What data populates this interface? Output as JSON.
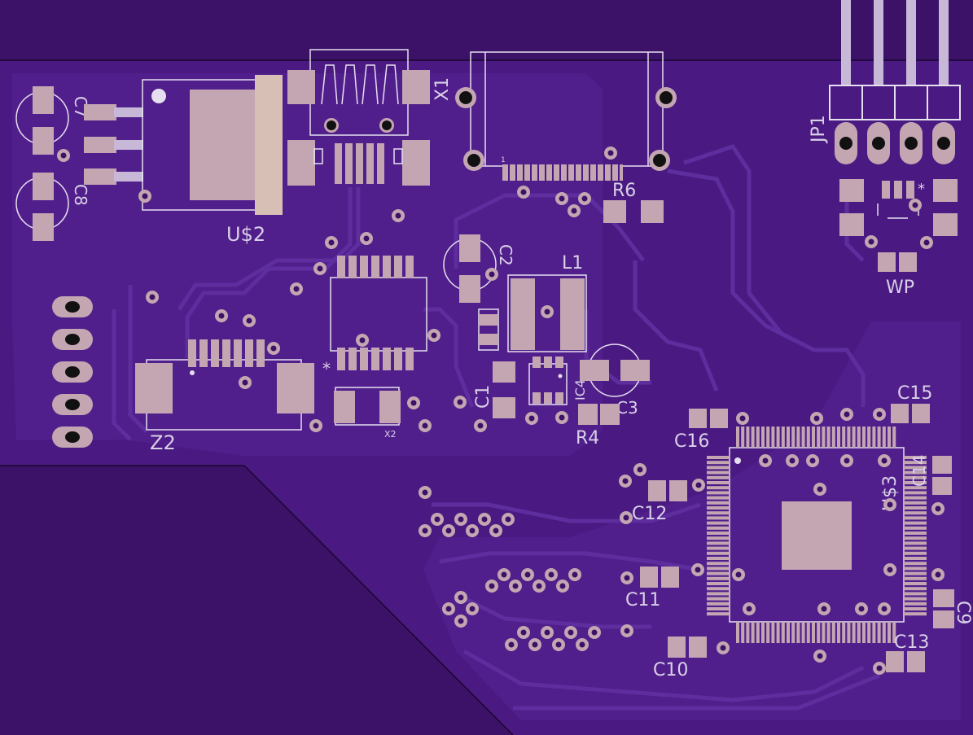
{
  "colors": {
    "background": "#3b1268",
    "board": "#4a1a82",
    "pour": "#52208d",
    "trace": "#5a2a98",
    "pad": "#c3a6b2",
    "silkscreen": "#e6dff0",
    "hole": "#111111"
  },
  "labels": {
    "c7": "C7",
    "c8": "C8",
    "us2": "U$2",
    "x1": "X1",
    "r6": "R6",
    "jp1": "JP1",
    "wp": "WP",
    "c2": "C2",
    "l1": "L1",
    "c1": "C1",
    "ic4": "IC4",
    "c3": "C3",
    "r4": "R4",
    "z2": "Z2",
    "x2": "X2",
    "c15": "C15",
    "c16": "C16",
    "us3": "U$3",
    "c14": "C14",
    "c12": "C12",
    "c11": "C11",
    "c9": "C9",
    "c13": "C13",
    "c10": "C10",
    "pin1": "1"
  }
}
